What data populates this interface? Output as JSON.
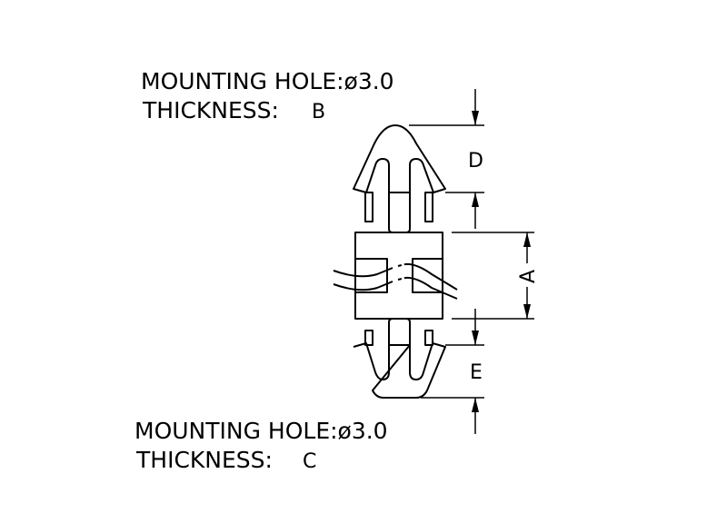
{
  "top_spec": {
    "hole": "MOUNTING  HOLE:ø3.0",
    "thickness_label": "THICKNESS:",
    "thickness_value": "B"
  },
  "bottom_spec": {
    "hole": "MOUNTING  HOLE:ø3.0",
    "thickness_label": "THICKNESS:",
    "thickness_value": "C"
  },
  "dimensions": {
    "a": "A",
    "d": "D",
    "e": "E"
  }
}
